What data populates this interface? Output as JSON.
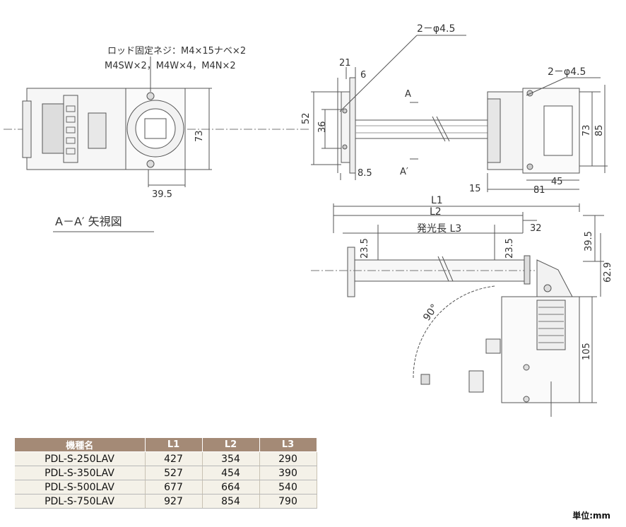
{
  "annotations": {
    "screw_spec_line1": "ロッド固定ネジ：M4×15ナベ×2",
    "screw_spec_line2": "M4SW×2，M4W×4，M4N×2",
    "section_view_label": "A－A′ 矢視図"
  },
  "dimensions": {
    "front": {
      "height_73": "73",
      "width_39_5": "39.5"
    },
    "plate": {
      "hole_spec": "2－φ4.5",
      "d21": "21",
      "d6": "6",
      "d52": "52",
      "d36": "36",
      "d8_5": "8.5",
      "mark_a": "A",
      "mark_a_prime": "A′"
    },
    "head": {
      "hole_spec": "2－φ4.5",
      "d73": "73",
      "d85": "85",
      "d45": "45",
      "d15": "15",
      "d81": "81"
    },
    "bottom": {
      "L1": "L1",
      "L2": "L2",
      "L3": "発光長 L3",
      "d23_5_left": "23.5",
      "d23_5_right": "23.5",
      "d32": "32",
      "d39_5": "39.5",
      "d62_9": "62.9",
      "d105": "105",
      "angle": "90°"
    }
  },
  "table": {
    "headers": [
      "機種名",
      "L1",
      "L2",
      "L3"
    ],
    "rows": [
      [
        "PDL-S-250LAV",
        "427",
        "354",
        "290"
      ],
      [
        "PDL-S-350LAV",
        "527",
        "454",
        "390"
      ],
      [
        "PDL-S-500LAV",
        "677",
        "664",
        "540"
      ],
      [
        "PDL-S-750LAV",
        "927",
        "854",
        "790"
      ]
    ]
  },
  "unit_note": "単位:mm"
}
